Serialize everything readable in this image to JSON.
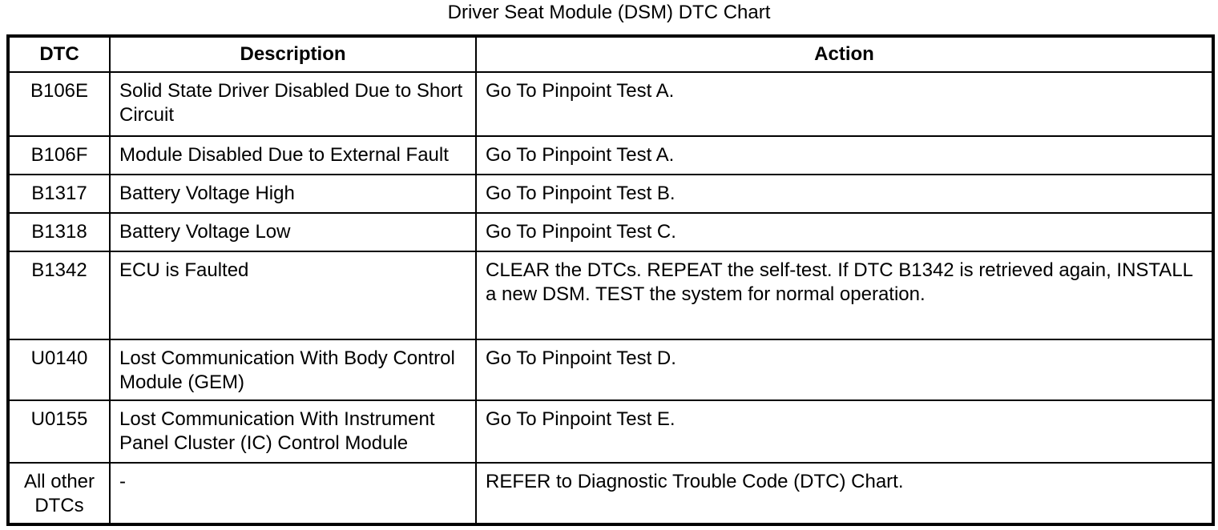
{
  "page": {
    "title": "Driver Seat Module (DSM) DTC Chart"
  },
  "table": {
    "columns": [
      "DTC",
      "Description",
      "Action"
    ],
    "rows": [
      {
        "dtc": "B106E",
        "description": "Solid State Driver Disabled Due to Short Circuit",
        "action": "Go To Pinpoint Test A."
      },
      {
        "dtc": "B106F",
        "description": "Module Disabled Due to External Fault",
        "action": "Go To Pinpoint Test A."
      },
      {
        "dtc": "B1317",
        "description": "Battery Voltage High",
        "action": "Go To Pinpoint Test B."
      },
      {
        "dtc": "B1318",
        "description": "Battery Voltage Low",
        "action": "Go To Pinpoint Test C."
      },
      {
        "dtc": "B1342",
        "description": "ECU is Faulted",
        "action": "CLEAR the DTCs. REPEAT the self-test. If DTC B1342 is retrieved again, INSTALL a new DSM. TEST the system for normal operation."
      },
      {
        "dtc": "U0140",
        "description": "Lost Communication With Body Control Module (GEM)",
        "action": "Go To Pinpoint Test D."
      },
      {
        "dtc": "U0155",
        "description": "Lost Communication With Instrument Panel Cluster (IC) Control Module",
        "action": "Go To Pinpoint Test E."
      },
      {
        "dtc": "All other DTCs",
        "description": "-",
        "action": "REFER to Diagnostic Trouble Code (DTC) Chart."
      }
    ]
  }
}
